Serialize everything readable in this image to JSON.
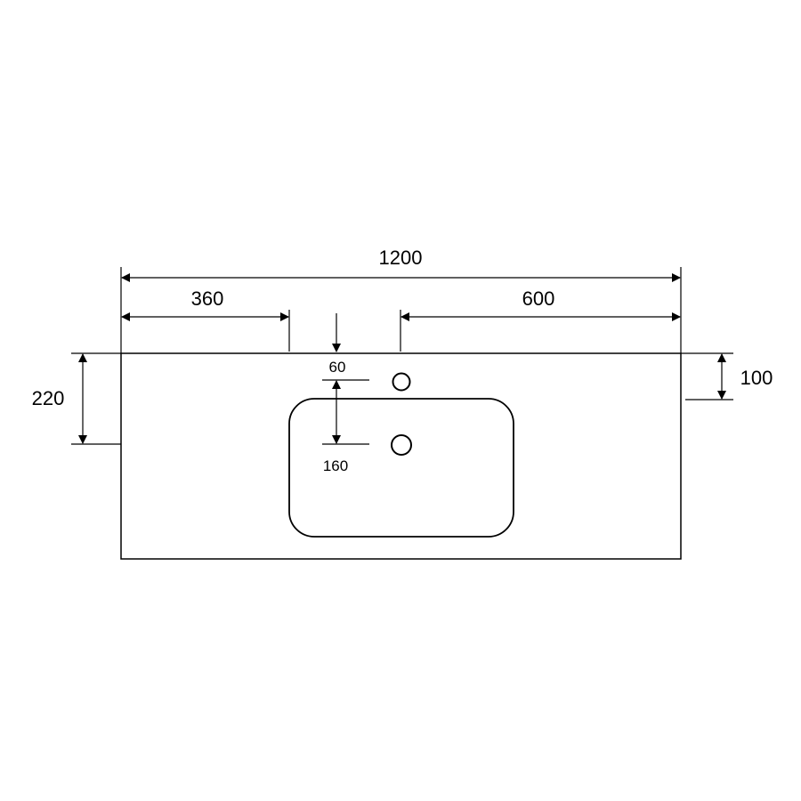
{
  "dimensions": {
    "overall_width": "1200",
    "left_offset": "360",
    "right_offset": "600",
    "overall_depth": "220",
    "right_depth": "100",
    "hole_offset_top": "60",
    "hole_offset_drain": "160"
  },
  "colors": {
    "line": "#000000",
    "background": "#ffffff"
  }
}
